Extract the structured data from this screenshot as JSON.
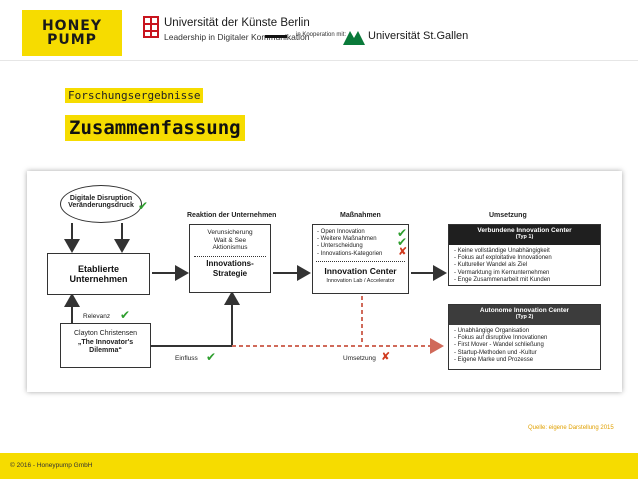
{
  "header": {
    "logo_line1": "HONEY",
    "logo_line2": "PUMP",
    "udk_name": "Universität der Künste Berlin",
    "udk_sub": "Leadership in Digitaler Kommunikation",
    "koop": "in Kooperation mit:",
    "hsg_name": "Universität St.Gallen"
  },
  "slide": {
    "kicker": "Forschungsergebnisse",
    "title": "Zusammenfassung"
  },
  "diagram": {
    "col_reaktion": "Reaktion der Unternehmen",
    "col_massnahmen": "Maßnahmen",
    "col_umsetzung": "Umsetzung",
    "disruption_line1": "Digitale Disruption",
    "disruption_line2": "Veränderungsdruck",
    "etabliert_line1": "Etablierte",
    "etabliert_line2": "Unternehmen",
    "strategy_items": [
      "Verunsicherung",
      "Wait & See",
      "Aktionismus"
    ],
    "strategy_title_line1": "Innovations-",
    "strategy_title_line2": "Strategie",
    "measures": [
      "Open Innovation",
      "Weitere Maßnahmen",
      "Unterscheidung",
      "Innovations-Kategorien"
    ],
    "ic_title": "Innovation Center",
    "ic_sub": "Innovation Lab / Accelerator",
    "typ1_title": "Verbundene Innovation Center",
    "typ1_sub": "(Typ 1)",
    "typ1_items": [
      "Keine vollständige Unabhängigkeit",
      "Fokus auf exploitative Innovationen",
      "Kultureller Wandel als Ziel",
      "Vermarktung im Kernunternehmen",
      "Enge Zusammenarbeit mit Kunden"
    ],
    "typ2_title": "Autonome Innovation Center",
    "typ2_sub": "(Typ 2)",
    "typ2_items": [
      "Unabhängige Organisation",
      "Fokus auf disruptive Innovationen",
      "First Mover - Wandel schließung",
      "Startup-Methoden und -Kultur",
      "Eigene Marke und Prozesse"
    ],
    "christensen_line1": "Clayton Christensen",
    "christensen_line2": "„The Innovator's",
    "christensen_line3": "Dilemma“",
    "relevanz": "Relevanz",
    "einfluss": "Einfluss",
    "umsetzung_label": "Umsetzung",
    "check_symbol": "✔",
    "cross_symbol": "✘"
  },
  "colors": {
    "accent": "#f6dc00",
    "check": "#2e9e2e",
    "cross": "#d03a1e",
    "dashed": "#d06a5a"
  },
  "quelle": "Quelle: eigene Darstellung 2015",
  "footer": "© 2016 - Honeypump GmbH"
}
